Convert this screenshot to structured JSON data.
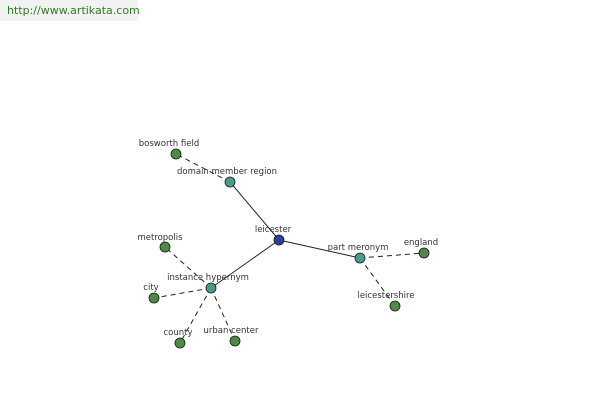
{
  "header": {
    "url": "http://www.artikata.com"
  },
  "colors": {
    "center": "#2e3f9a",
    "relation": "#4a9a8e",
    "leaf": "#4e8a45",
    "node_stroke": "#1a1a1a"
  },
  "graph": {
    "nodes": [
      {
        "id": "leicester",
        "label": "leicester",
        "kind": "center"
      },
      {
        "id": "domain_member_region",
        "label": "domain member region",
        "kind": "relation"
      },
      {
        "id": "part_meronym",
        "label": "part meronym",
        "kind": "relation"
      },
      {
        "id": "instance_hypernym",
        "label": "instance hypernym",
        "kind": "relation"
      },
      {
        "id": "bosworth_field",
        "label": "bosworth field",
        "kind": "leaf"
      },
      {
        "id": "england",
        "label": "england",
        "kind": "leaf"
      },
      {
        "id": "leicestershire",
        "label": "leicestershire",
        "kind": "leaf"
      },
      {
        "id": "metropolis",
        "label": "metropolis",
        "kind": "leaf"
      },
      {
        "id": "city",
        "label": "city",
        "kind": "leaf"
      },
      {
        "id": "county",
        "label": "county",
        "kind": "leaf"
      },
      {
        "id": "urban_center",
        "label": "urban center",
        "kind": "leaf"
      }
    ],
    "edges": [
      {
        "from": "leicester",
        "to": "domain_member_region",
        "style": "solid"
      },
      {
        "from": "leicester",
        "to": "part_meronym",
        "style": "solid"
      },
      {
        "from": "leicester",
        "to": "instance_hypernym",
        "style": "solid"
      },
      {
        "from": "domain_member_region",
        "to": "bosworth_field",
        "style": "dashed"
      },
      {
        "from": "part_meronym",
        "to": "england",
        "style": "dashed"
      },
      {
        "from": "part_meronym",
        "to": "leicestershire",
        "style": "dashed"
      },
      {
        "from": "instance_hypernym",
        "to": "metropolis",
        "style": "dashed"
      },
      {
        "from": "instance_hypernym",
        "to": "city",
        "style": "dashed"
      },
      {
        "from": "instance_hypernym",
        "to": "county",
        "style": "dashed"
      },
      {
        "from": "instance_hypernym",
        "to": "urban_center",
        "style": "dashed"
      }
    ]
  }
}
